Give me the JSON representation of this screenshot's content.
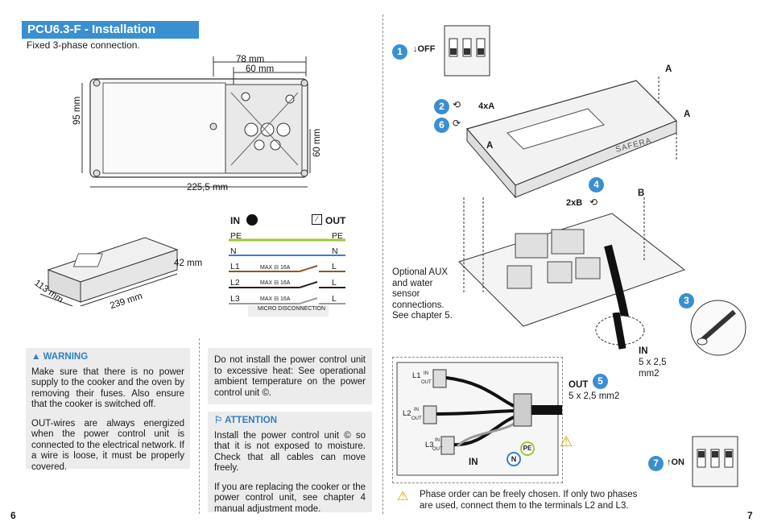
{
  "header": {
    "title": "PCU6.3-F - Installation",
    "subtitle": "Fixed 3-phase connection."
  },
  "dimensions": {
    "d78": "78 mm",
    "d60top": "60 mm",
    "d95": "95 mm",
    "d60side": "60 mm",
    "d225": "225,5 mm",
    "d42": "42 mm",
    "d113": "113 mm",
    "d239": "239 mm"
  },
  "wiring": {
    "in_label": "IN",
    "out_label": "OUT",
    "rows": [
      {
        "left": "PE",
        "right": "PE",
        "color": "#9cc63a"
      },
      {
        "left": "N",
        "right": "N",
        "color": "#3a7fc8"
      },
      {
        "left": "L1",
        "right": "L",
        "color": "#8a5a2b"
      },
      {
        "left": "L2",
        "right": "L",
        "color": "#222222"
      },
      {
        "left": "L3",
        "right": "L",
        "color": "#9a9a9a"
      }
    ],
    "max_label": "MAX",
    "rating": "16A",
    "micro": "MICRO DISCONNECTION"
  },
  "warning": {
    "title": "WARNING",
    "p1": "Make sure that there is no power supply to the cooker and the oven by removing their fuses. Also ensure that the cooker is switched off.",
    "p2": "OUT-wires are always energized when the power control unit is connected to the electrical network. If a wire is loose, it must be properly covered."
  },
  "heat_note": "Do not install the power control unit to excessive heat: See operational ambient temperature on the power control unit ©.",
  "attention": {
    "title": "ATTENTION",
    "p1": "Install the power control unit © so that it is not exposed to moisture. Check that all cables can move freely.",
    "p2": "If you are replacing the cooker or the power control unit, see chapter 4 manual adjustment mode."
  },
  "right": {
    "steps": [
      "1",
      "2",
      "6",
      "4",
      "3",
      "5",
      "7"
    ],
    "off": "OFF",
    "on": "ON",
    "s2": "4xA",
    "s4": "2xB",
    "a": "A",
    "b": "B",
    "brand": "SAFERA",
    "optional": "Optional AUX and water sensor connections. See chapter 5.",
    "in_cable": "IN",
    "in_spec": "5 x 2,5 mm2",
    "out_cable": "OUT",
    "out_spec": "5 x 2,5 mm2",
    "terms": [
      "L1",
      "L2",
      "L3"
    ],
    "in_small": "IN",
    "out_small": "OUT",
    "term_in": "IN",
    "n": "N",
    "pe": "PE",
    "phase_note": "Phase order can be freely chosen. If only two phases are used, connect them to the terminals L2 and L3."
  },
  "pages": {
    "left": "6",
    "right": "7"
  }
}
